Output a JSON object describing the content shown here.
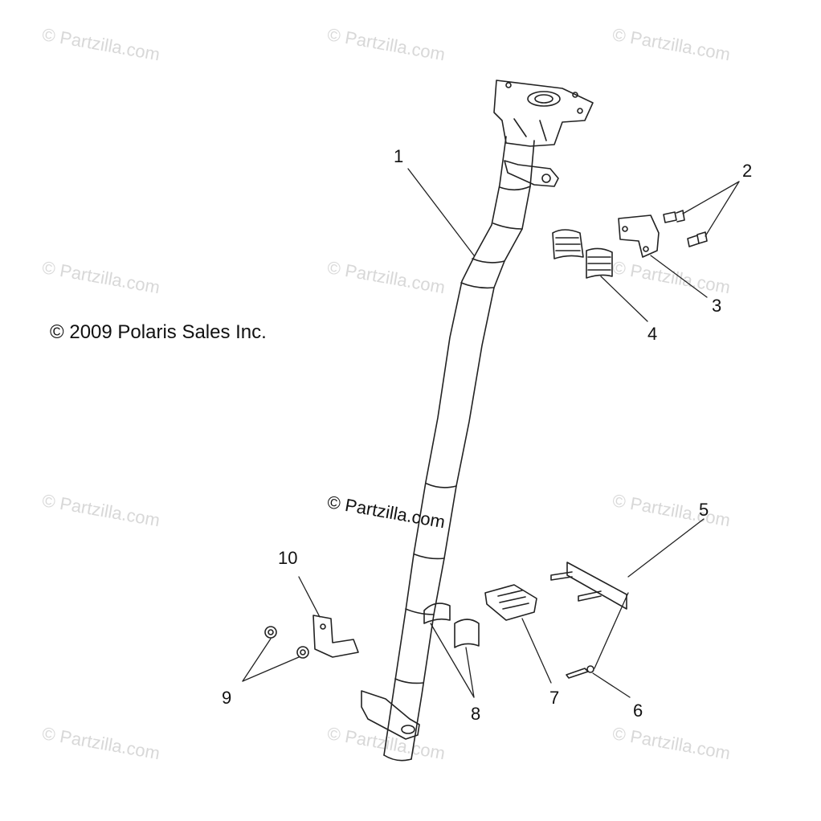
{
  "copyright": "© 2009 Polaris Sales Inc.",
  "watermark": "© Partzilla.com",
  "center_watermark": "© Partzilla.com",
  "callouts": [
    "1",
    "2",
    "3",
    "4",
    "5",
    "6",
    "7",
    "8",
    "9",
    "10"
  ]
}
